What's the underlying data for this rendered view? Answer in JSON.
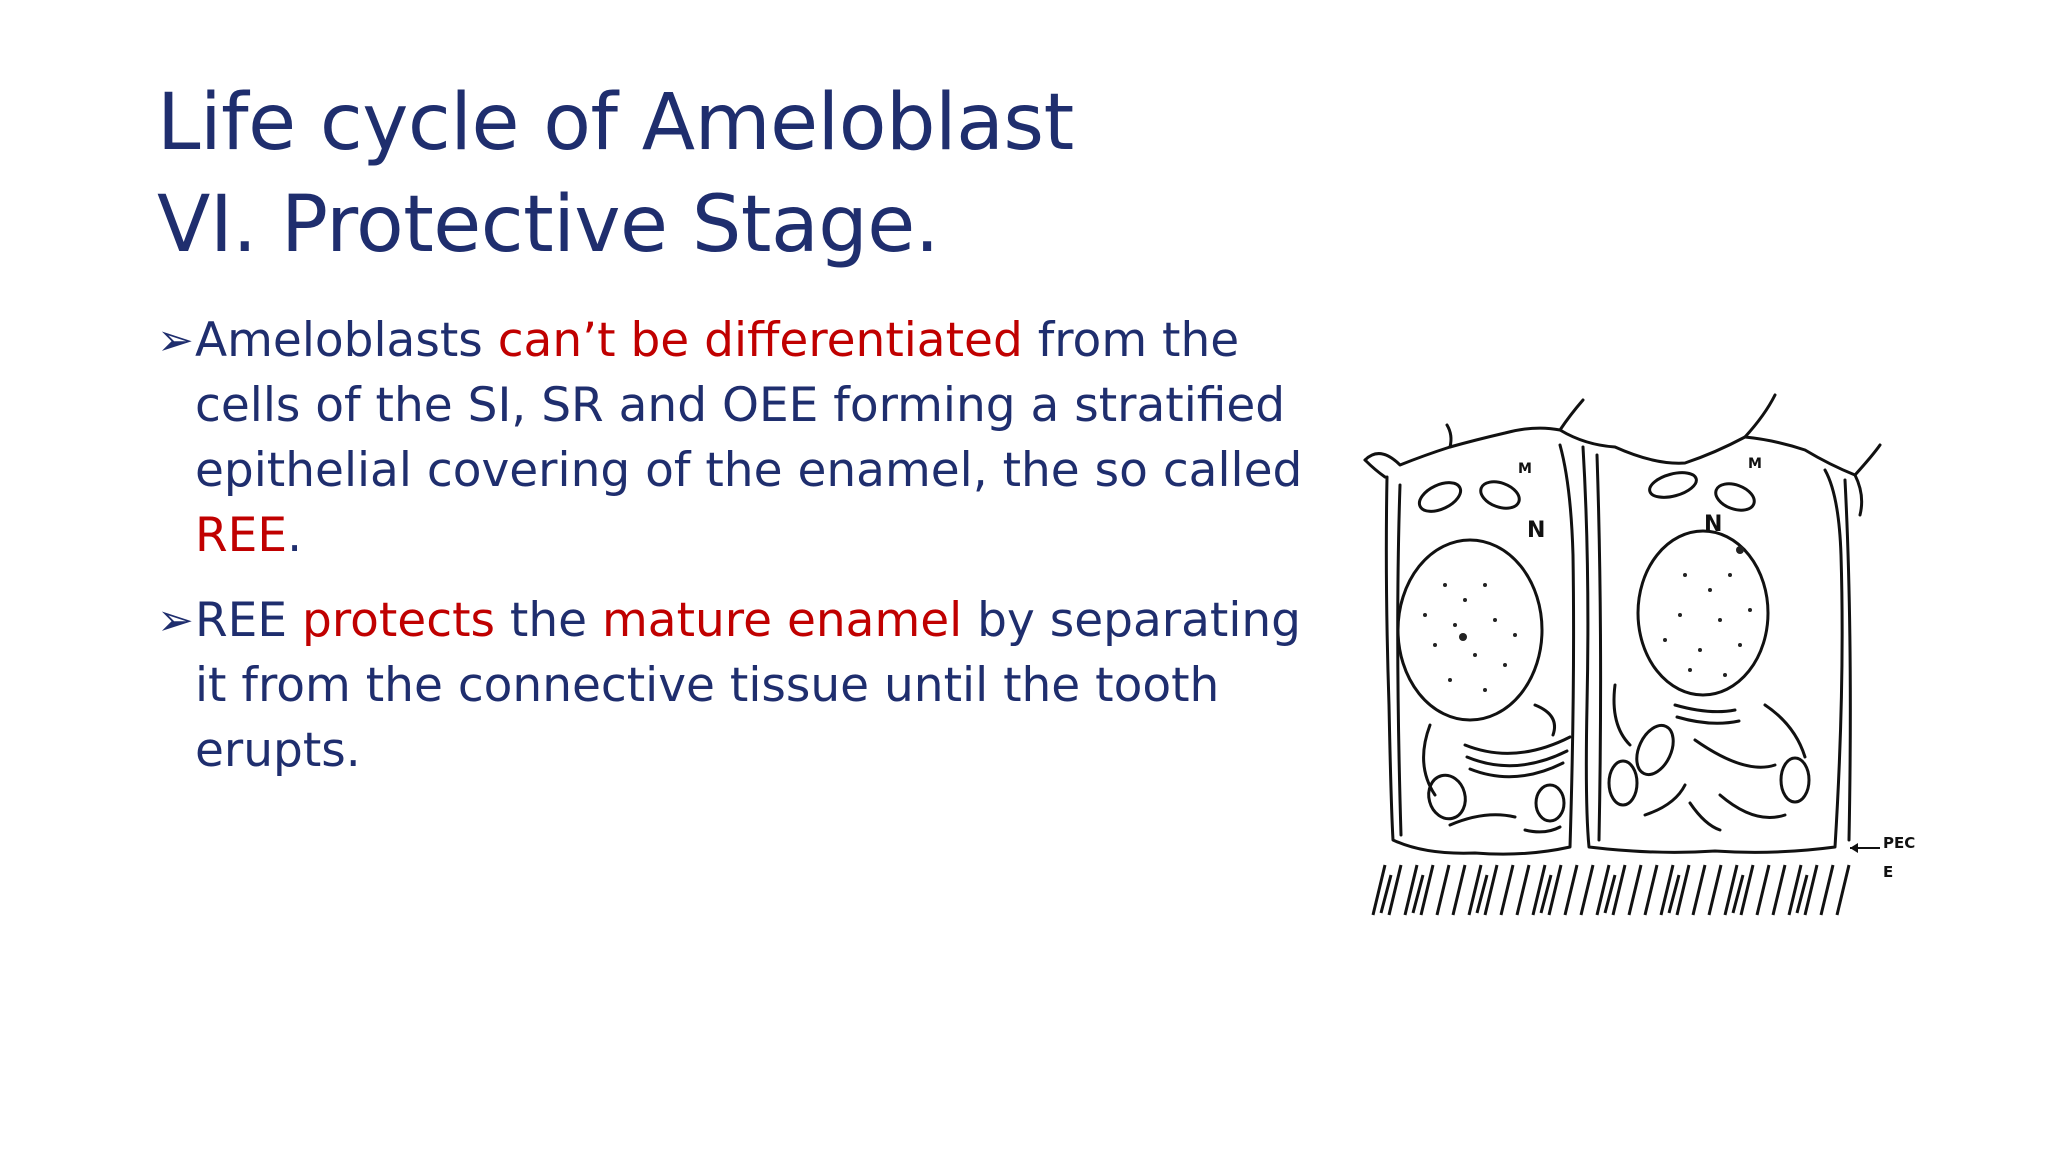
{
  "slide": {
    "title_line1": "Life cycle of Ameloblast",
    "title_line2": "VI.  Protective Stage."
  },
  "bullets": [
    {
      "marker": "➢",
      "runs": [
        {
          "text": "Ameloblasts ",
          "highlight": false
        },
        {
          "text": "can’t be differentiated",
          "highlight": true
        },
        {
          "text": " from the cells of the SI, SR and OEE forming a stratified epithelial covering of the enamel, the so called ",
          "highlight": false
        },
        {
          "text": "REE",
          "highlight": true
        },
        {
          "text": ".",
          "highlight": false
        }
      ]
    },
    {
      "marker": "➢",
      "runs": [
        {
          "text": " REE ",
          "highlight": false
        },
        {
          "text": "protects",
          "highlight": true
        },
        {
          "text": " the ",
          "highlight": false
        },
        {
          "text": "mature enamel",
          "highlight": true
        },
        {
          "text": " by separating it from the connective tissue until the tooth erupts.",
          "highlight": false
        }
      ]
    }
  ],
  "figure": {
    "labels": {
      "mitochondria_left": "M",
      "mitochondria_right": "M",
      "nucleus_left": "N",
      "nucleus_right": "N",
      "pec": "PEC",
      "enamel": "E"
    }
  },
  "colors": {
    "text": "#1f2e6e",
    "highlight": "#c00000",
    "background": "#ffffff"
  }
}
